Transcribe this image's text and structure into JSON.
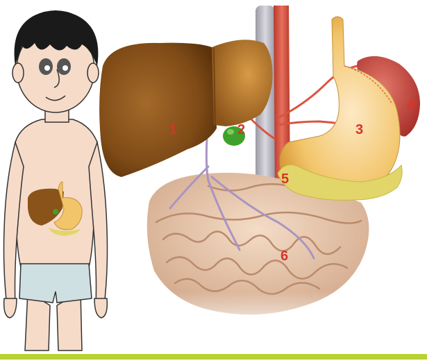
{
  "labels": {
    "liver": "1",
    "gallbladder": "2",
    "stomach": "3",
    "spleen": "4",
    "pancreas": "5",
    "intestine": "6"
  },
  "colors": {
    "label": "#d8342a",
    "accent_bar": "#b7d233",
    "liver": "#8a5319",
    "gallbladder": "#3fa12b",
    "stomach": "#f2c56a",
    "spleen": "#c8453a",
    "pancreas": "#e2d66b",
    "intestine": "#e2c3a6",
    "skin": "#f6dbc9",
    "hair": "#1a1a1a",
    "shorts": "#cfe0e3"
  }
}
